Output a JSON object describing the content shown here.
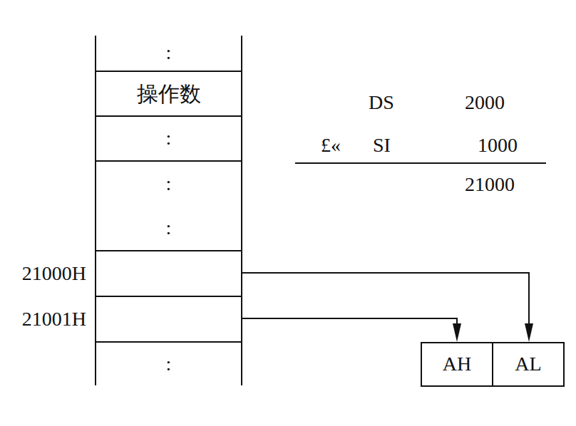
{
  "diagram": {
    "nodes": [
      {
        "text": [
          ":"
        ]
      },
      {
        "text": [
          "操作数"
        ]
      },
      {
        "text": [
          ":"
        ]
      },
      {
        "text": [
          ":",
          ":"
        ]
      },
      {
        "text": [
          "21000H"
        ]
      },
      {
        "text": [
          "21001H"
        ]
      },
      {
        "text": [
          ":"
        ]
      },
      {
        "text": [
          "AH"
        ]
      },
      {
        "text": [
          "AL"
        ]
      }
    ],
    "edges": [
      {
        "from": 4,
        "to": 8,
        "arrow": "to"
      },
      {
        "from": 5,
        "to": 7,
        "arrow": "to"
      }
    ],
    "labels": [
      "DS",
      "2000",
      "£«",
      "SI",
      "1000",
      "21000"
    ]
  }
}
